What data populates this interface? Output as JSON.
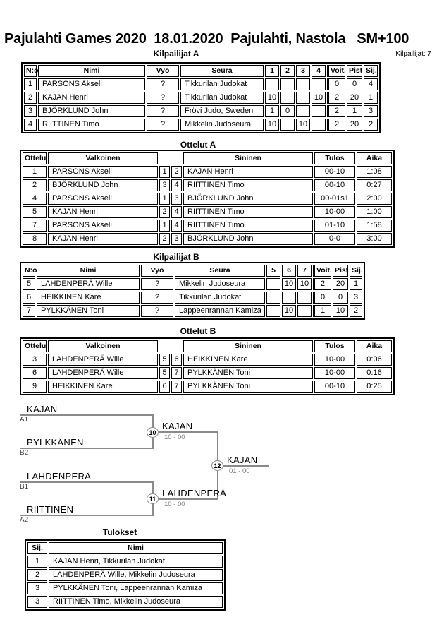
{
  "header": {
    "title": "Pajulahti Games 2020  18.01.2020  Pajulahti, Nastola   SM+100",
    "participants_note": "Kilpailijat: 7"
  },
  "kilpailijat_a": {
    "title": "Kilpailijat A",
    "headers": [
      "N:o",
      "Nimi",
      "Vyö",
      "Seura",
      "1",
      "2",
      "3",
      "4",
      "Voit.",
      "Pist.",
      "Sij."
    ],
    "rows": [
      [
        "1",
        "PARSONS Akseli",
        "?",
        "Tikkurilan Judokat",
        "",
        "",
        "",
        "",
        "0",
        "0",
        "4"
      ],
      [
        "2",
        "KAJAN Henri",
        "?",
        "Tikkurilan Judokat",
        "10",
        "",
        "",
        "10",
        "2",
        "20",
        "1"
      ],
      [
        "3",
        "BJÖRKLUND John",
        "?",
        "Frövi Judo, Sweden",
        "1",
        "0",
        "",
        "",
        "2",
        "1",
        "3"
      ],
      [
        "4",
        "RIITTINEN Timo",
        "?",
        "Mikkelin Judoseura",
        "10",
        "",
        "10",
        "",
        "2",
        "20",
        "2"
      ]
    ]
  },
  "ottelut_a": {
    "title": "Ottelut A",
    "headers": [
      "Ottelu",
      "Valkoinen",
      "",
      "",
      "Sininen",
      "Tulos",
      "Aika"
    ],
    "rows": [
      [
        "1",
        "PARSONS Akseli",
        "1",
        "2",
        "KAJAN Henri",
        "00-10",
        "1:08"
      ],
      [
        "2",
        "BJÖRKLUND John",
        "3",
        "4",
        "RIITTINEN Timo",
        "00-10",
        "0:27"
      ],
      [
        "4",
        "PARSONS Akseli",
        "1",
        "3",
        "BJÖRKLUND John",
        "00-01s1",
        "2:00"
      ],
      [
        "5",
        "KAJAN Henri",
        "2",
        "4",
        "RIITTINEN Timo",
        "10-00",
        "1:00"
      ],
      [
        "7",
        "PARSONS Akseli",
        "1",
        "4",
        "RIITTINEN Timo",
        "01-10",
        "1:58"
      ],
      [
        "8",
        "KAJAN Henri",
        "2",
        "3",
        "BJÖRKLUND John",
        "0-0",
        "3:00"
      ]
    ]
  },
  "kilpailijat_b": {
    "title": "Kilpailijat B",
    "headers": [
      "N:o",
      "Nimi",
      "Vyö",
      "Seura",
      "5",
      "6",
      "7",
      "Voit.",
      "Pist.",
      "Sij."
    ],
    "rows": [
      [
        "5",
        "LAHDENPERÄ Wille",
        "?",
        "Mikkelin Judoseura",
        "",
        "10",
        "10",
        "2",
        "20",
        "1"
      ],
      [
        "6",
        "HEIKKINEN Kare",
        "?",
        "Tikkurilan Judokat",
        "",
        "",
        "",
        "0",
        "0",
        "3"
      ],
      [
        "7",
        "PYLKKÄNEN Toni",
        "?",
        "Lappeenrannan Kamiza",
        "",
        "10",
        "",
        "1",
        "10",
        "2"
      ]
    ]
  },
  "ottelut_b": {
    "title": "Ottelut B",
    "headers": [
      "Ottelu",
      "Valkoinen",
      "",
      "",
      "Sininen",
      "Tulos",
      "Aika"
    ],
    "rows": [
      [
        "3",
        "LAHDENPERÄ Wille",
        "5",
        "6",
        "HEIKKINEN Kare",
        "10-00",
        "0:06"
      ],
      [
        "6",
        "LAHDENPERÄ Wille",
        "5",
        "7",
        "PYLKKÄNEN Toni",
        "10-00",
        "0:16"
      ],
      [
        "9",
        "HEIKKINEN Kare",
        "6",
        "7",
        "PYLKKÄNEN Toni",
        "00-10",
        "0:25"
      ]
    ]
  },
  "bracket": {
    "semifinal_1": {
      "match_no": "10",
      "slot_top": {
        "name": "KAJAN",
        "seed": "A1"
      },
      "slot_bottom": {
        "name": "PYLKKÄNEN",
        "seed": "B2"
      },
      "winner": "KAJAN",
      "score": "10 - 00"
    },
    "semifinal_2": {
      "match_no": "11",
      "slot_top": {
        "name": "LAHDENPERÄ",
        "seed": "B1"
      },
      "slot_bottom": {
        "name": "RIITTINEN",
        "seed": "A2"
      },
      "winner": "LAHDENPERÄ",
      "score": "10 - 00"
    },
    "final": {
      "match_no": "12",
      "winner": "KAJAN",
      "score": "01 - 00"
    }
  },
  "tulokset": {
    "title": "Tulokset",
    "headers": [
      "Sij.",
      "Nimi"
    ],
    "rows": [
      [
        "1",
        "KAJAN Henri, Tikkurilan Judokat"
      ],
      [
        "2",
        "LAHDENPERÄ Wille, Mikkelin Judoseura"
      ],
      [
        "3",
        "PYLKKÄNEN Toni, Lappeenrannan Kamiza"
      ],
      [
        "3",
        "RIITTINEN Timo, Mikkelin Judoseura"
      ]
    ]
  },
  "colors": {
    "text": "#000000",
    "bracket_line": "#8a8a8a",
    "bracket_score_text": "#7a7a7a",
    "background": "#ffffff"
  }
}
